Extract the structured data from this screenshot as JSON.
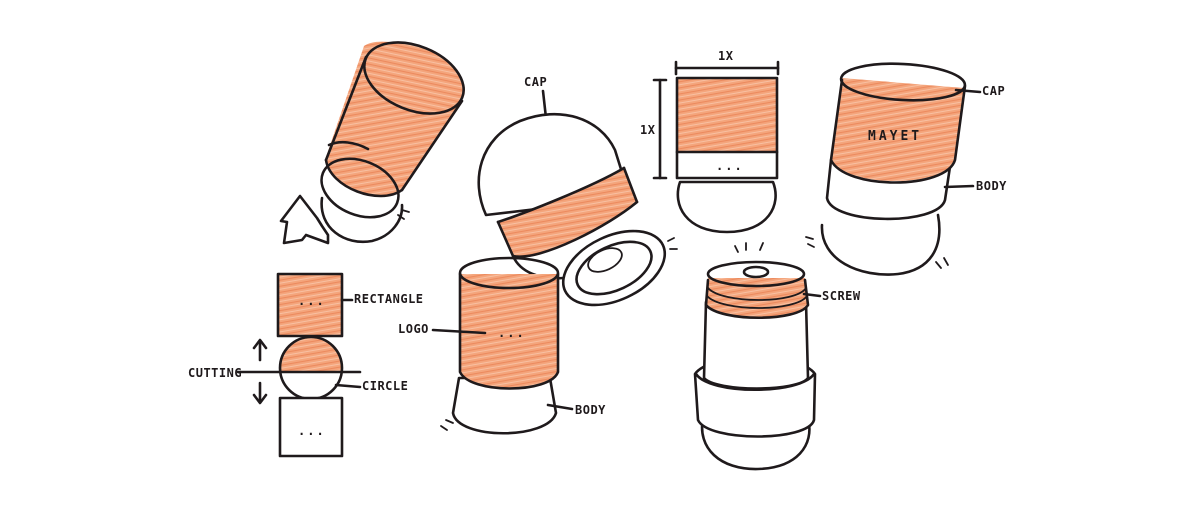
{
  "colors": {
    "ink": "#1f1a1c",
    "orange_fill": "#f2a27a",
    "orange_dark": "#e8875c",
    "paper": "#ffffff"
  },
  "labels": {
    "cap_top": "CAP",
    "cap_right": "CAP",
    "dim_width": "1X",
    "dim_height": "1X",
    "brand": "MAYET",
    "body_right": "BODY",
    "body_mid": "BODY",
    "rectangle": "RECTANGLE",
    "circle": "CIRCLE",
    "cutting": "CUTTING",
    "logo": "LOGO",
    "screw": "SCREW",
    "logo_dots": "..."
  }
}
